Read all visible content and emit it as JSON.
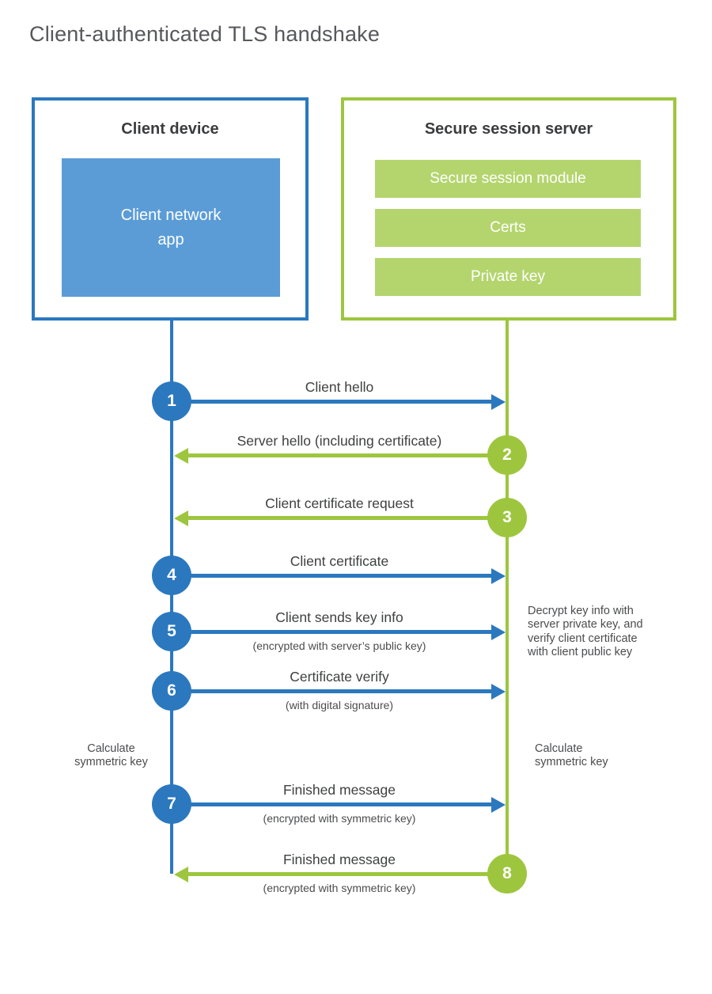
{
  "title": "Client-authenticated TLS handshake",
  "colors": {
    "blue": "#2b78bf",
    "blue_fill": "#5b9cd7",
    "green": "#9dc63e",
    "green_fill": "#b4d56e",
    "title_text": "#57585b",
    "heading_text": "#3b3c3e",
    "label_text": "#3f4040",
    "note_text": "#4b4c4e"
  },
  "client": {
    "title": "Client device",
    "app_label": "Client network\napp"
  },
  "server": {
    "title": "Secure session server",
    "modules": [
      "Secure session module",
      "Certs",
      "Private key"
    ]
  },
  "messages": [
    {
      "num": "1",
      "label": "Client hello",
      "from": "client"
    },
    {
      "num": "2",
      "label": "Server hello (including certificate)",
      "from": "server"
    },
    {
      "num": "3",
      "label": "Client certificate request",
      "from": "server"
    },
    {
      "num": "4",
      "label": "Client certificate",
      "from": "client"
    },
    {
      "num": "5",
      "label": "Client sends key info",
      "sub": "(encrypted with server’s public key)",
      "from": "client"
    },
    {
      "num": "6",
      "label": "Certificate verify",
      "sub": "(with digital signature)",
      "from": "client"
    },
    {
      "num": "7",
      "label": "Finished message",
      "sub": "(encrypted with symmetric key)",
      "from": "client"
    },
    {
      "num": "8",
      "label": "Finished message",
      "sub": "(encrypted with symmetric key)",
      "from": "server"
    }
  ],
  "annotations": {
    "decrypt_note": "Decrypt key info with\nserver private key, and\nverify client certificate\nwith client public key",
    "calc_left": "Calculate\nsymmetric key",
    "calc_right": "Calculate\nsymmetric key"
  }
}
